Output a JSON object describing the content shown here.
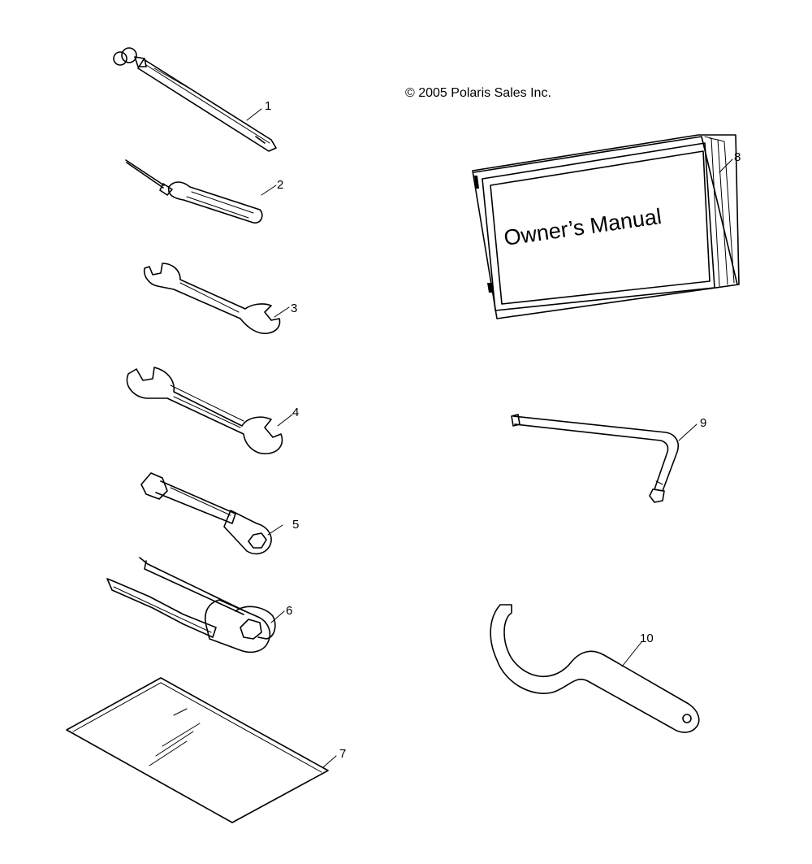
{
  "copyright": "© 2005 Polaris Sales Inc.",
  "manual_cover_text": "Owner’s Manual",
  "parts": [
    {
      "callout": "1",
      "icon": "tire-pressure-gauge-icon"
    },
    {
      "callout": "2",
      "icon": "screwdriver-icon"
    },
    {
      "callout": "3",
      "icon": "small-open-end-wrench-icon"
    },
    {
      "callout": "4",
      "icon": "open-end-wrench-icon"
    },
    {
      "callout": "5",
      "icon": "spark-plug-socket-wrench-icon"
    },
    {
      "callout": "6",
      "icon": "tool-holder-clip-icon"
    },
    {
      "callout": "7",
      "icon": "plastic-tool-bag-icon"
    },
    {
      "callout": "8",
      "icon": "owners-manual-icon"
    },
    {
      "callout": "9",
      "icon": "hex-key-icon"
    },
    {
      "callout": "10",
      "icon": "spanner-wrench-icon"
    }
  ]
}
